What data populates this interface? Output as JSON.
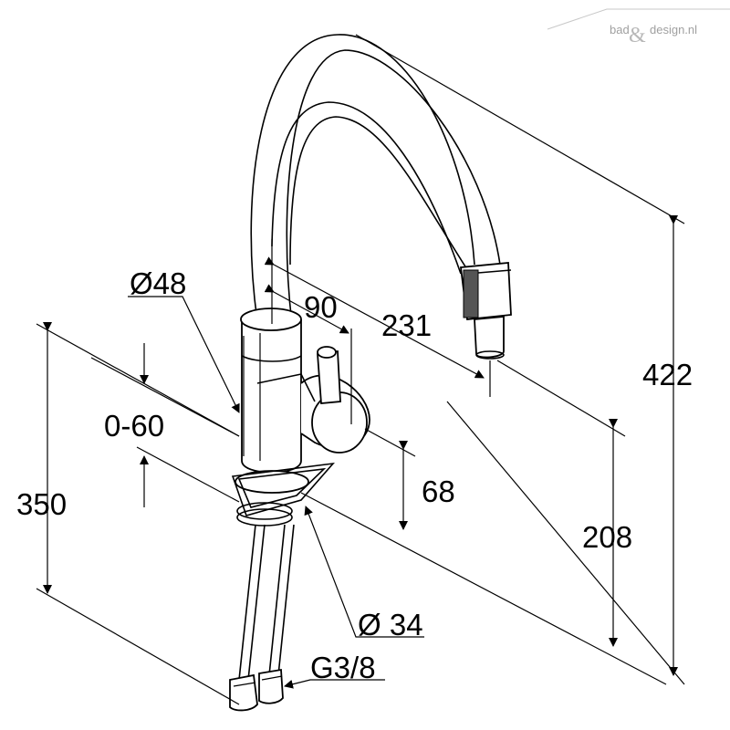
{
  "watermark": {
    "left": "bad",
    "amp": "&",
    "right": "design.nl"
  },
  "dimensions": {
    "spout_dia": "Ø48",
    "angle": "90",
    "reach": "231",
    "total_height": "422",
    "adjust": "0-60",
    "depth": "350",
    "handle": "68",
    "spout_height": "208",
    "hole_dia": "Ø 34",
    "thread": "G3/8"
  },
  "colors": {
    "line": "#000000",
    "background": "#ffffff",
    "watermark": "#a0a0a0"
  }
}
